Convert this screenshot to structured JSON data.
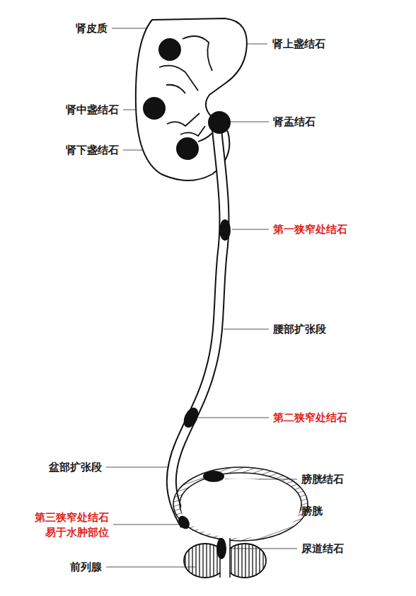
{
  "diagram": {
    "labels": [
      "肾皮质",
      "肾上盏结石",
      "肾中盏结石",
      "肾盂结石",
      "肾下盏结石",
      "第一狭窄处结石",
      "腰部扩张段",
      "第二狭窄处结石",
      "盆部扩张段",
      "膀胱结石",
      "膀胱",
      "第三狭窄处结石",
      "易于水肿部位",
      "尿道结石",
      "前列腺"
    ]
  }
}
